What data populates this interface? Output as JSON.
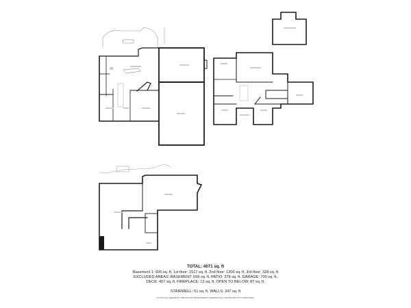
{
  "summary": {
    "total": "TOTAL: 4071 sq. ft",
    "floors_line": "Basement 1: 926 sq. ft, 1st floor: 1517 sq. ft, 2nd floor: 1300 sq. ft, 3rd floor: 328 sq. ft",
    "excluded_line_1": "EXCLUDED AREAS: BASEMENT: 599 sq. ft, PATIO: 378 sq. ft, GARAGE: 700 sq. ft,",
    "excluded_line_2": "DECK: 457 sq. ft, FIREPLACE: 12 sq. ft, OPEN TO BELOW: 87 sq. ft,",
    "excluded_line_3": "STAIRWELL: 51 sq. ft, WALLS: 347 sq. ft",
    "disclaimer": "FLOOR PLAN CREATED BY CUBICASA APP. MEASUREMENTS DEEMED HIGHLY RELIABLE BUT NOT GUARANTEED."
  },
  "colors": {
    "wall": "#1a1a1a",
    "thin_line": "#888888",
    "background": "#ffffff"
  }
}
